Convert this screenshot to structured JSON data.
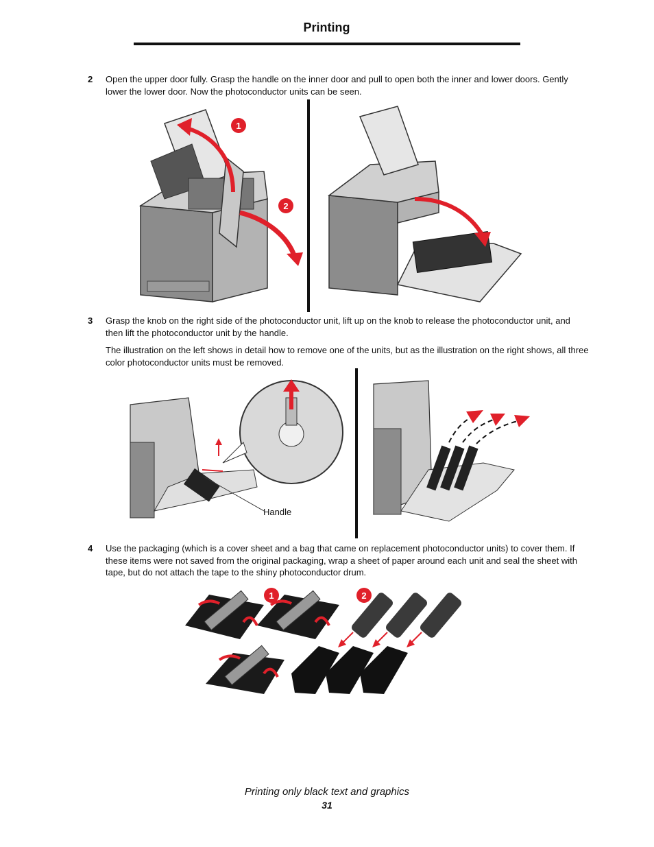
{
  "header": {
    "title": "Printing"
  },
  "steps": [
    {
      "number": "2",
      "text": "Open the upper door fully. Grasp the handle on the inner door and pull to open both the inner and lower doors. Gently lower the lower door. Now the photoconductor units can be seen."
    },
    {
      "number": "3",
      "text": "Grasp the knob on the right side of the photoconductor unit, lift up on the knob to release the photoconductor unit, and then lift the photoconductor unit by the handle.",
      "text2": "The illustration on the left shows in detail how to remove one of the units, but as the illustration on the right shows, all three color photoconductor units must be removed."
    },
    {
      "number": "4",
      "text": "Use the packaging (which is a cover sheet and a bag that came on replacement photoconductor units) to cover them. If these items were not saved from the original packaging, wrap a sheet of paper around each unit and seal the sheet with tape, but do not attach the tape to the shiny photoconductor drum."
    }
  ],
  "figures": {
    "fig1_callouts": [
      "1",
      "2"
    ],
    "fig2_label": "Handle",
    "fig3_callouts": [
      "1",
      "2"
    ]
  },
  "footer": {
    "title": "Printing only black text and graphics",
    "page": "31"
  },
  "colors": {
    "accent_red": "#e0202a",
    "text": "#111111"
  }
}
